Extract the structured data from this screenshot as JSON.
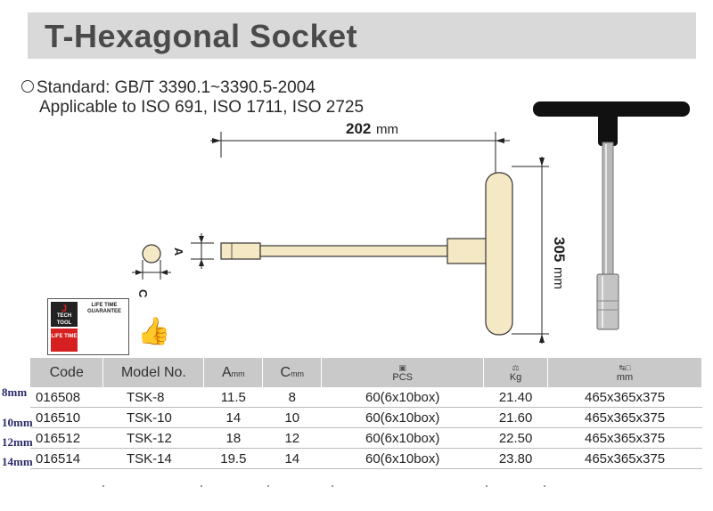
{
  "title": "T-Hexagonal Socket",
  "standard": "Standard: GB/T 3390.1~3390.5-2004",
  "applicable": "Applicable to  ISO 691, ISO 1711, ISO 2725",
  "dimensions": {
    "width_value": "202",
    "width_unit": "mm",
    "height_value": "305",
    "height_unit": "mm",
    "label_a": "A",
    "label_c": "C"
  },
  "badge": {
    "brand_letter": "J",
    "brand_text": "TECH TOOL",
    "lifetime_text": "LIFE TIME",
    "guarantee_text": "LIFE TIME GUARANTEE"
  },
  "colors": {
    "title_bar": "#d9d9d9",
    "header_bg": "#c9c9c9",
    "tool_fill": "#f4e9c4",
    "handle": "#111111"
  },
  "table": {
    "headers": {
      "code": "Code",
      "model": "Model No.",
      "a": "A",
      "a_unit": "mm",
      "c": "C",
      "c_unit": "mm",
      "pcs_icon": "box-icon",
      "pcs": "PCS",
      "kg_icon": "scale-icon",
      "kg": "Kg",
      "mm_icon": "carton-icon",
      "mm": "mm"
    },
    "rows": [
      {
        "size": "8mm",
        "code": "016508",
        "model": "TSK-8",
        "a": "11.5",
        "c": "8",
        "pcs": "60(6x10box)",
        "kg": "21.40",
        "dims": "465x365x375"
      },
      {
        "size": "10mm",
        "code": "016510",
        "model": "TSK-10",
        "a": "14",
        "c": "10",
        "pcs": "60(6x10box)",
        "kg": "21.60",
        "dims": "465x365x375"
      },
      {
        "size": "12mm",
        "code": "016512",
        "model": "TSK-12",
        "a": "18",
        "c": "12",
        "pcs": "60(6x10box)",
        "kg": "22.50",
        "dims": "465x365x375"
      },
      {
        "size": "14mm",
        "code": "016514",
        "model": "TSK-14",
        "a": "19.5",
        "c": "14",
        "pcs": "60(6x10box)",
        "kg": "23.80",
        "dims": "465x365x375"
      }
    ]
  }
}
